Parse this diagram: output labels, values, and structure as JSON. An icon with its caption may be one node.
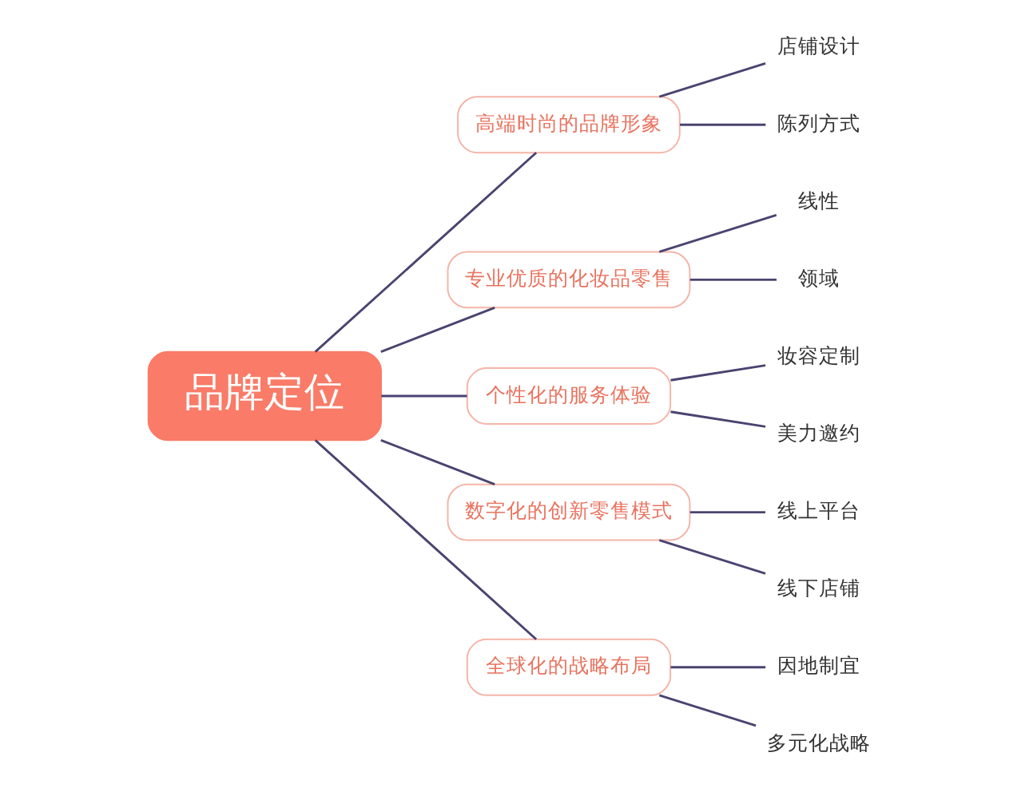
{
  "diagram": {
    "nodes": [
      {
        "text": [
          "品牌定位"
        ]
      },
      {
        "text": [
          "高端时尚的品牌形象"
        ]
      },
      {
        "text": [
          "店铺设计"
        ]
      },
      {
        "text": [
          "陈列方式"
        ]
      },
      {
        "text": [
          "专业优质的化妆品零售"
        ]
      },
      {
        "text": [
          "线性"
        ]
      },
      {
        "text": [
          "领域"
        ]
      },
      {
        "text": [
          "个性化的服务体验"
        ]
      },
      {
        "text": [
          "妆容定制"
        ]
      },
      {
        "text": [
          "美力邀约"
        ]
      },
      {
        "text": [
          "数字化的创新零售模式"
        ]
      },
      {
        "text": [
          "线上平台"
        ]
      },
      {
        "text": [
          "线下店铺"
        ]
      },
      {
        "text": [
          "全球化的战略布局"
        ]
      },
      {
        "text": [
          "因地制宜"
        ]
      },
      {
        "text": [
          "多元化战略"
        ]
      }
    ],
    "edges": [
      {
        "from": 0,
        "to": 1,
        "arrow": "none"
      },
      {
        "from": 1,
        "to": 2,
        "arrow": "none"
      },
      {
        "from": 1,
        "to": 3,
        "arrow": "none"
      },
      {
        "from": 0,
        "to": 4,
        "arrow": "none"
      },
      {
        "from": 4,
        "to": 5,
        "arrow": "none"
      },
      {
        "from": 4,
        "to": 6,
        "arrow": "none"
      },
      {
        "from": 0,
        "to": 7,
        "arrow": "none"
      },
      {
        "from": 7,
        "to": 8,
        "arrow": "none"
      },
      {
        "from": 7,
        "to": 9,
        "arrow": "none"
      },
      {
        "from": 0,
        "to": 10,
        "arrow": "none"
      },
      {
        "from": 10,
        "to": 11,
        "arrow": "none"
      },
      {
        "from": 10,
        "to": 12,
        "arrow": "none"
      },
      {
        "from": 0,
        "to": 13,
        "arrow": "none"
      },
      {
        "from": 13,
        "to": 14,
        "arrow": "none"
      },
      {
        "from": 13,
        "to": 15,
        "arrow": "none"
      }
    ]
  }
}
